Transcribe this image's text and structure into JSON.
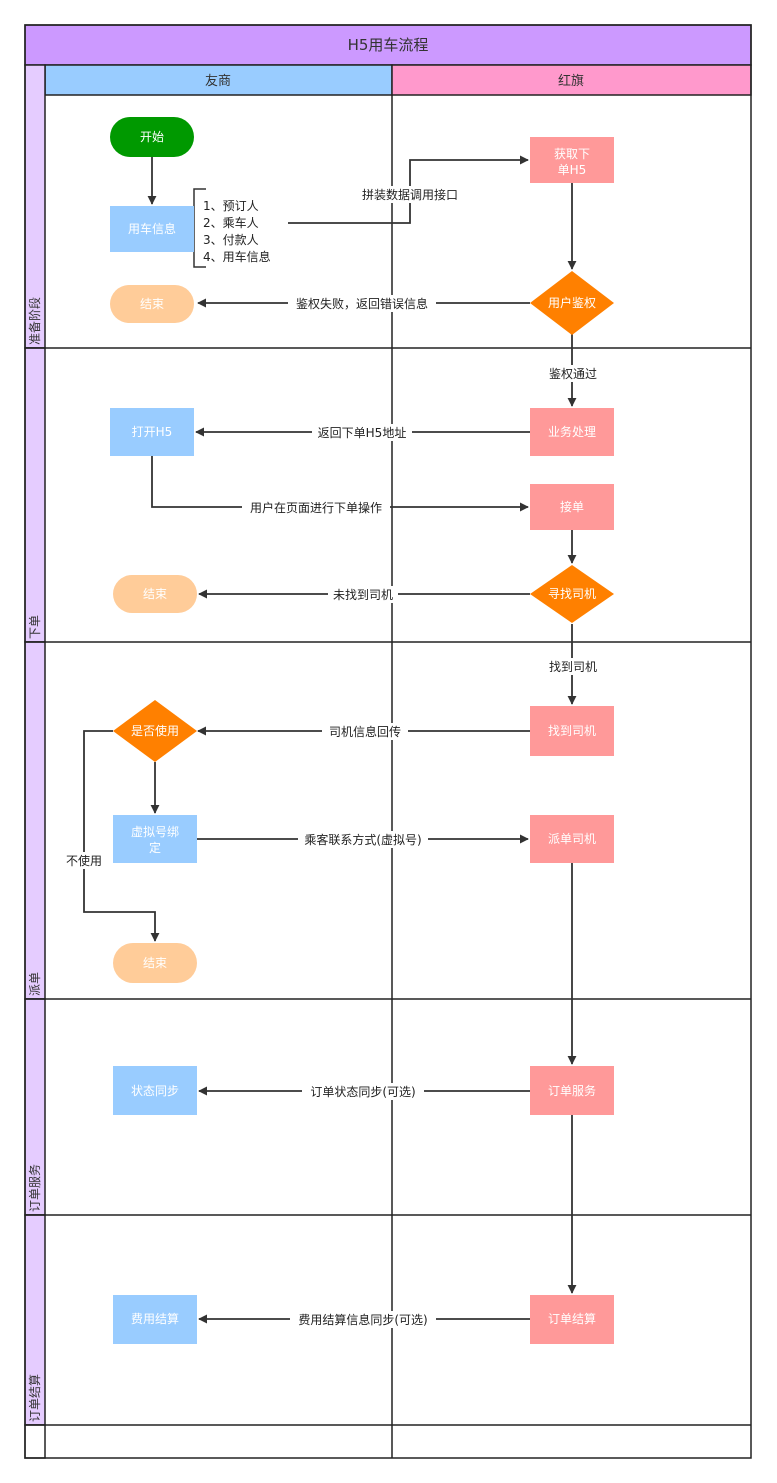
{
  "title": "H5用车流程",
  "columns": {
    "left": "友商",
    "right": "红旗"
  },
  "lanes": [
    "准备阶段",
    "下单",
    "派单",
    "订单服务",
    "订单结算"
  ],
  "nodes": {
    "start": "开始",
    "car_info": "用车信息",
    "get_h5": [
      "获取下",
      "单H5"
    ],
    "auth": "用户鉴权",
    "end_prepare": "结束",
    "open_h5": "打开H5",
    "biz_process": "业务处理",
    "accept_order": "接单",
    "find_driver_decision": "寻找司机",
    "end_order": "结束",
    "found_driver": "找到司机",
    "use_decision": "是否使用",
    "virtual_bind": [
      "虚拟号绑",
      "定"
    ],
    "dispatch_driver": "派单司机",
    "end_dispatch": "结束",
    "status_sync": "状态同步",
    "order_service": "订单服务",
    "fee_settle": "费用结算",
    "order_settle": "订单结算"
  },
  "note_list": [
    "1、预订人",
    "2、乘车人",
    "3、付款人",
    "4、用车信息"
  ],
  "edge_labels": {
    "assemble": "拼装数据调用接口",
    "auth_fail": "鉴权失败，返回错误信息",
    "auth_pass": "鉴权通过",
    "return_h5": "返回下单H5地址",
    "user_order": "用户在页面进行下单操作",
    "no_driver": "未找到司机",
    "found_driver": "找到司机",
    "driver_info": "司机信息回传",
    "not_use": "不使用",
    "contact": "乘客联系方式(虚拟号)",
    "status_sync": "订单状态同步(可选)",
    "fee_sync": "费用结算信息同步(可选)"
  },
  "colors": {
    "header_purple": "#cc99ff",
    "lane_purple": "#e5ccff",
    "col_blue": "#99ccff",
    "col_pink": "#ff99cc",
    "node_blue": "#99ccff",
    "node_pink": "#ff9999",
    "node_orange": "#ff8000",
    "node_peach": "#ffcc99",
    "node_green": "#009900"
  }
}
